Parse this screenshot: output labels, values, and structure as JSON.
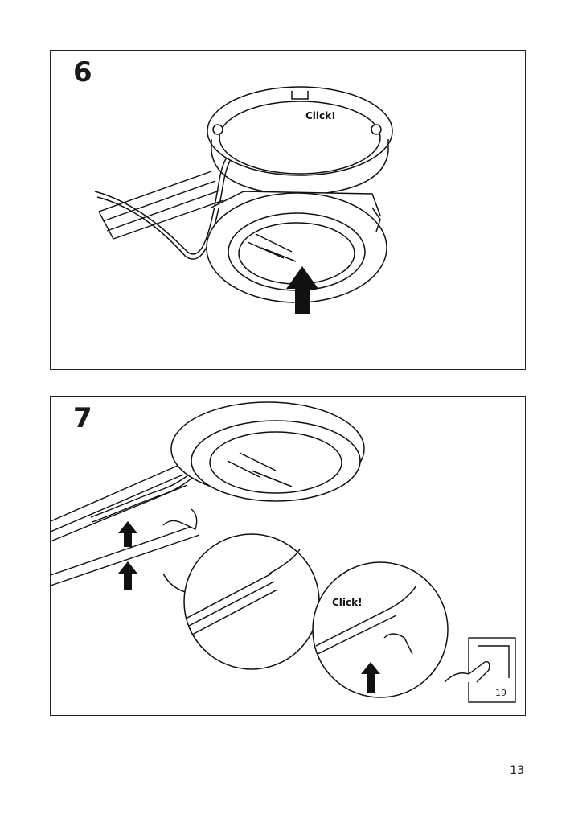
{
  "steps": [
    {
      "number": "6",
      "callout": "Click!"
    },
    {
      "number": "7",
      "callout": "Click!",
      "page_reference": "19"
    }
  ],
  "page_number": "13",
  "icons": {
    "step6": [
      "cabinet-rail",
      "lamp-mounting-ring",
      "lamp-body",
      "cable",
      "push-up-arrow"
    ],
    "step7": [
      "mounted-lamp",
      "rail-with-cable",
      "cable-clip",
      "push-up-arrow",
      "zoom-circle-left",
      "zoom-circle-right",
      "page-turn-icon"
    ]
  }
}
